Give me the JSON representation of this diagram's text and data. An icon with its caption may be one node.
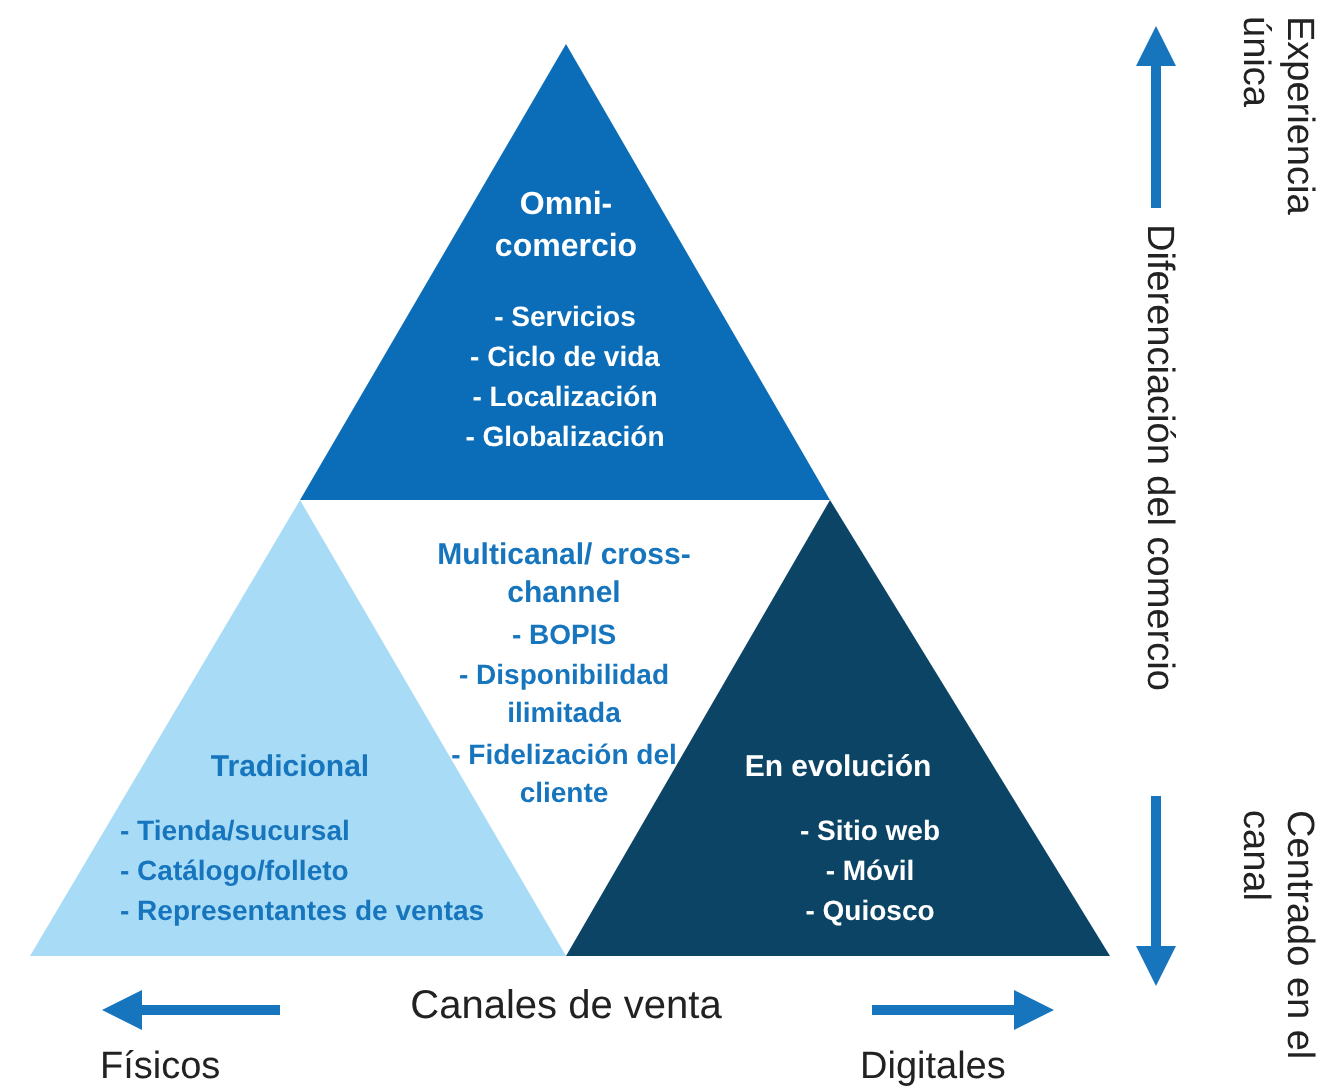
{
  "diagram": {
    "nodes": [
      {
        "text": [
          "Omni-comercio",
          "- Servicios",
          "- Ciclo de vida",
          "- Localización",
          "- Globalización"
        ]
      },
      {
        "text": [
          "Multicanal/ cross-channel",
          "- BOPIS",
          "- Disponibilidad ilimitada",
          "- Fidelización del cliente"
        ]
      },
      {
        "text": [
          "Tradicional",
          "- Tienda/sucursal",
          "- Catálogo/folleto",
          "- Representantes de ventas"
        ]
      },
      {
        "text": [
          "En evolución",
          "- Sitio web",
          "- Móvil",
          "- Quiosco"
        ]
      }
    ],
    "edges": [],
    "labels": [
      "Experiencia única",
      "Diferenciación del comercio",
      "Centrado en el canal",
      "Canales de venta",
      "Físicos",
      "Digitales"
    ]
  }
}
